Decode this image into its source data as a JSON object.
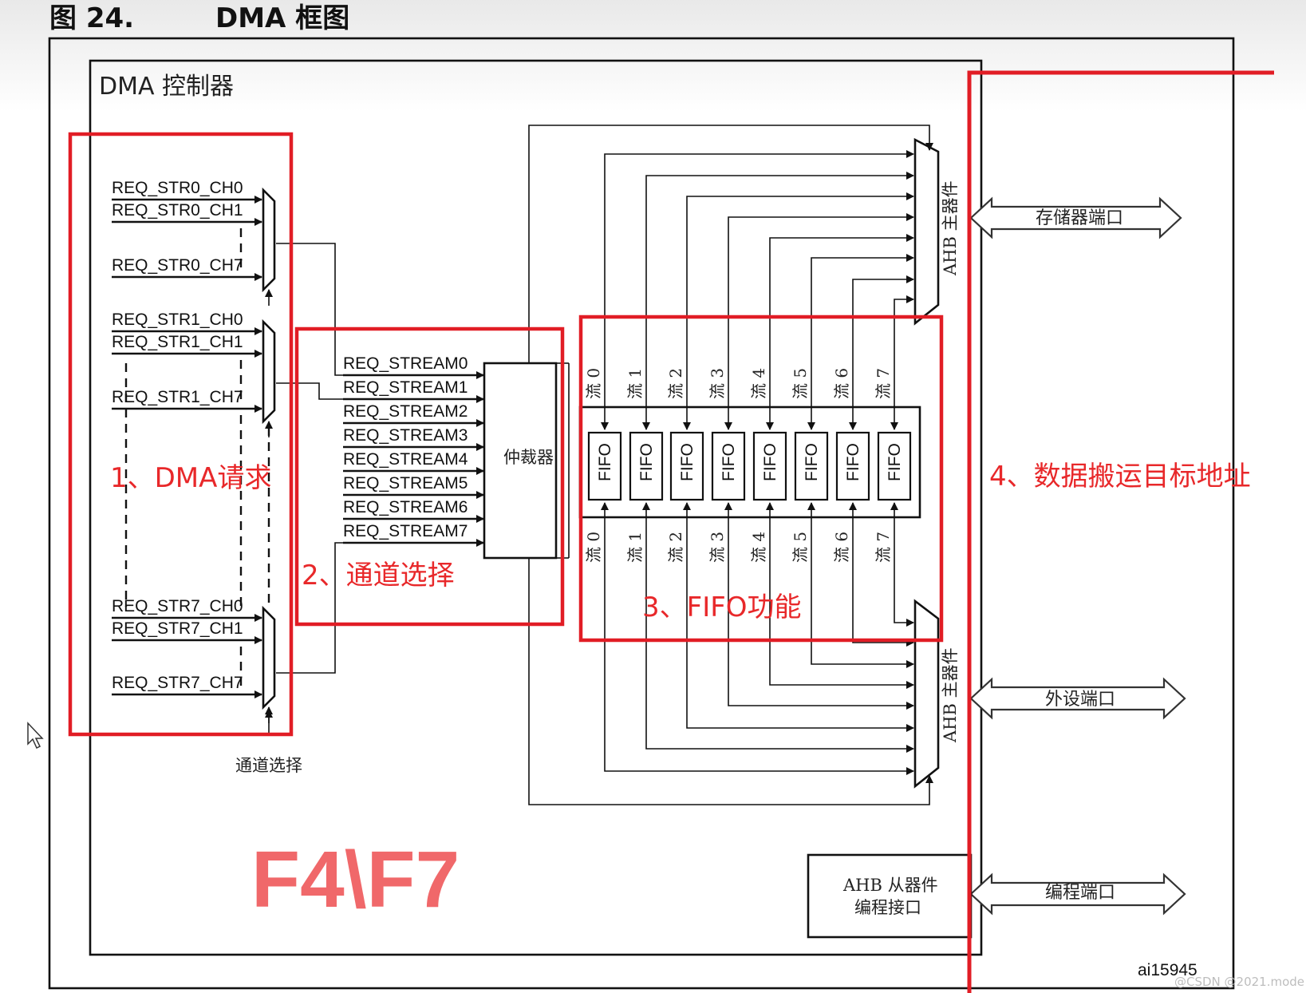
{
  "figure": {
    "number": "图 24.",
    "title": "DMA 框图",
    "id": "ai15945"
  },
  "controller": {
    "title": "DMA 控制器"
  },
  "requests": [
    {
      "group": "STR0",
      "labels": [
        "REQ_STR0_CH0",
        "REQ_STR0_CH1",
        "REQ_STR0_CH7"
      ]
    },
    {
      "group": "STR1",
      "labels": [
        "REQ_STR1_CH0",
        "REQ_STR1_CH1",
        "REQ_STR1_CH7"
      ]
    },
    {
      "group": "STR7",
      "labels": [
        "REQ_STR7_CH0",
        "REQ_STR7_CH1",
        "REQ_STR7_CH7"
      ]
    }
  ],
  "channel_select_label": "通道选择",
  "streams": [
    "REQ_STREAM0",
    "REQ_STREAM1",
    "REQ_STREAM2",
    "REQ_STREAM3",
    "REQ_STREAM4",
    "REQ_STREAM5",
    "REQ_STREAM6",
    "REQ_STREAM7"
  ],
  "arbiter": "仲裁器",
  "flow_labels": [
    "流 0",
    "流 1",
    "流 2",
    "流 3",
    "流 4",
    "流 5",
    "流 6",
    "流 7"
  ],
  "fifo_label": "FIFO",
  "ahb_master": "AHB 主器件",
  "ports": {
    "memory": "存储器端口",
    "peripheral": "外设端口",
    "programming": "编程端口"
  },
  "ahb_slave": {
    "line1": "AHB 从器件",
    "line2": "编程接口"
  },
  "annotations": {
    "a1": "1、DMA请求",
    "a2": "2、通道选择",
    "a3": "3、FIFO功能",
    "a4": "4、数据搬运目标地址",
    "chip": "F4\\F7",
    "watermark": "@CSDN @2021.mode"
  },
  "colors": {
    "annotation": "#e11d25",
    "chip_text": "#f0686a"
  }
}
